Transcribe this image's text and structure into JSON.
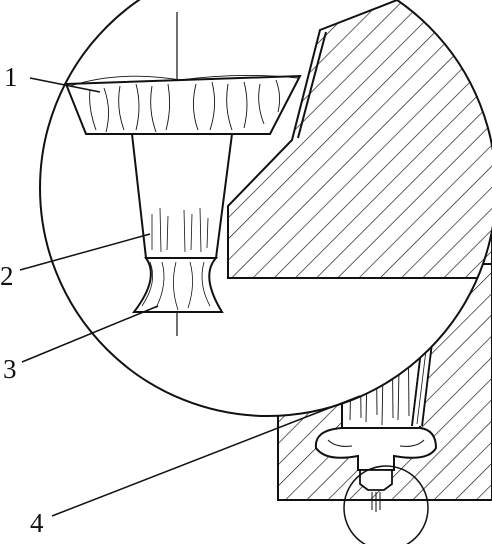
{
  "figure": {
    "labels": [
      "1",
      "2",
      "3",
      "4"
    ],
    "colors": {
      "ink": "#111111",
      "paper": "#ffffff"
    }
  }
}
